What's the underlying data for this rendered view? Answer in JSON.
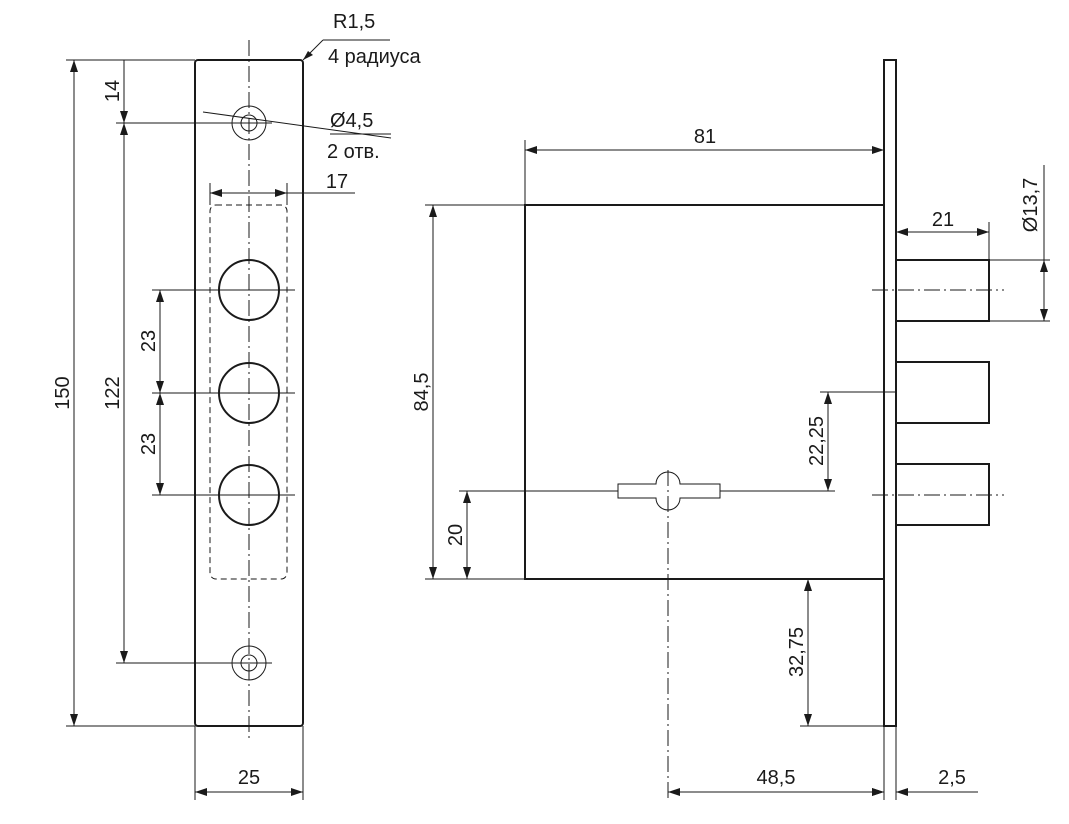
{
  "colors": {
    "line": "#1a1a1a",
    "background": "#ffffff"
  },
  "left_view": {
    "radius_label": "R1,5",
    "radius_note": "4 радиуса",
    "hole_label": "Ø4,5",
    "hole_note": "2 отв.",
    "dim_top_offset": "14",
    "dim_total_height": "150",
    "dim_hole_spacing": "122",
    "dim_bolt_spacing_1": "23",
    "dim_bolt_spacing_2": "23",
    "dim_slot_width": "17",
    "dim_plate_width": "25"
  },
  "right_view": {
    "dim_body_length": "81",
    "dim_body_height": "84,5",
    "dim_bolt_length": "21",
    "dim_bolt_diameter": "Ø13,7",
    "dim_key_to_bolt": "22,25",
    "dim_key_from_bottom": "20",
    "dim_bottom_to_plate_end": "32,75",
    "dim_backset": "48,5",
    "dim_plate_thickness": "2,5"
  }
}
